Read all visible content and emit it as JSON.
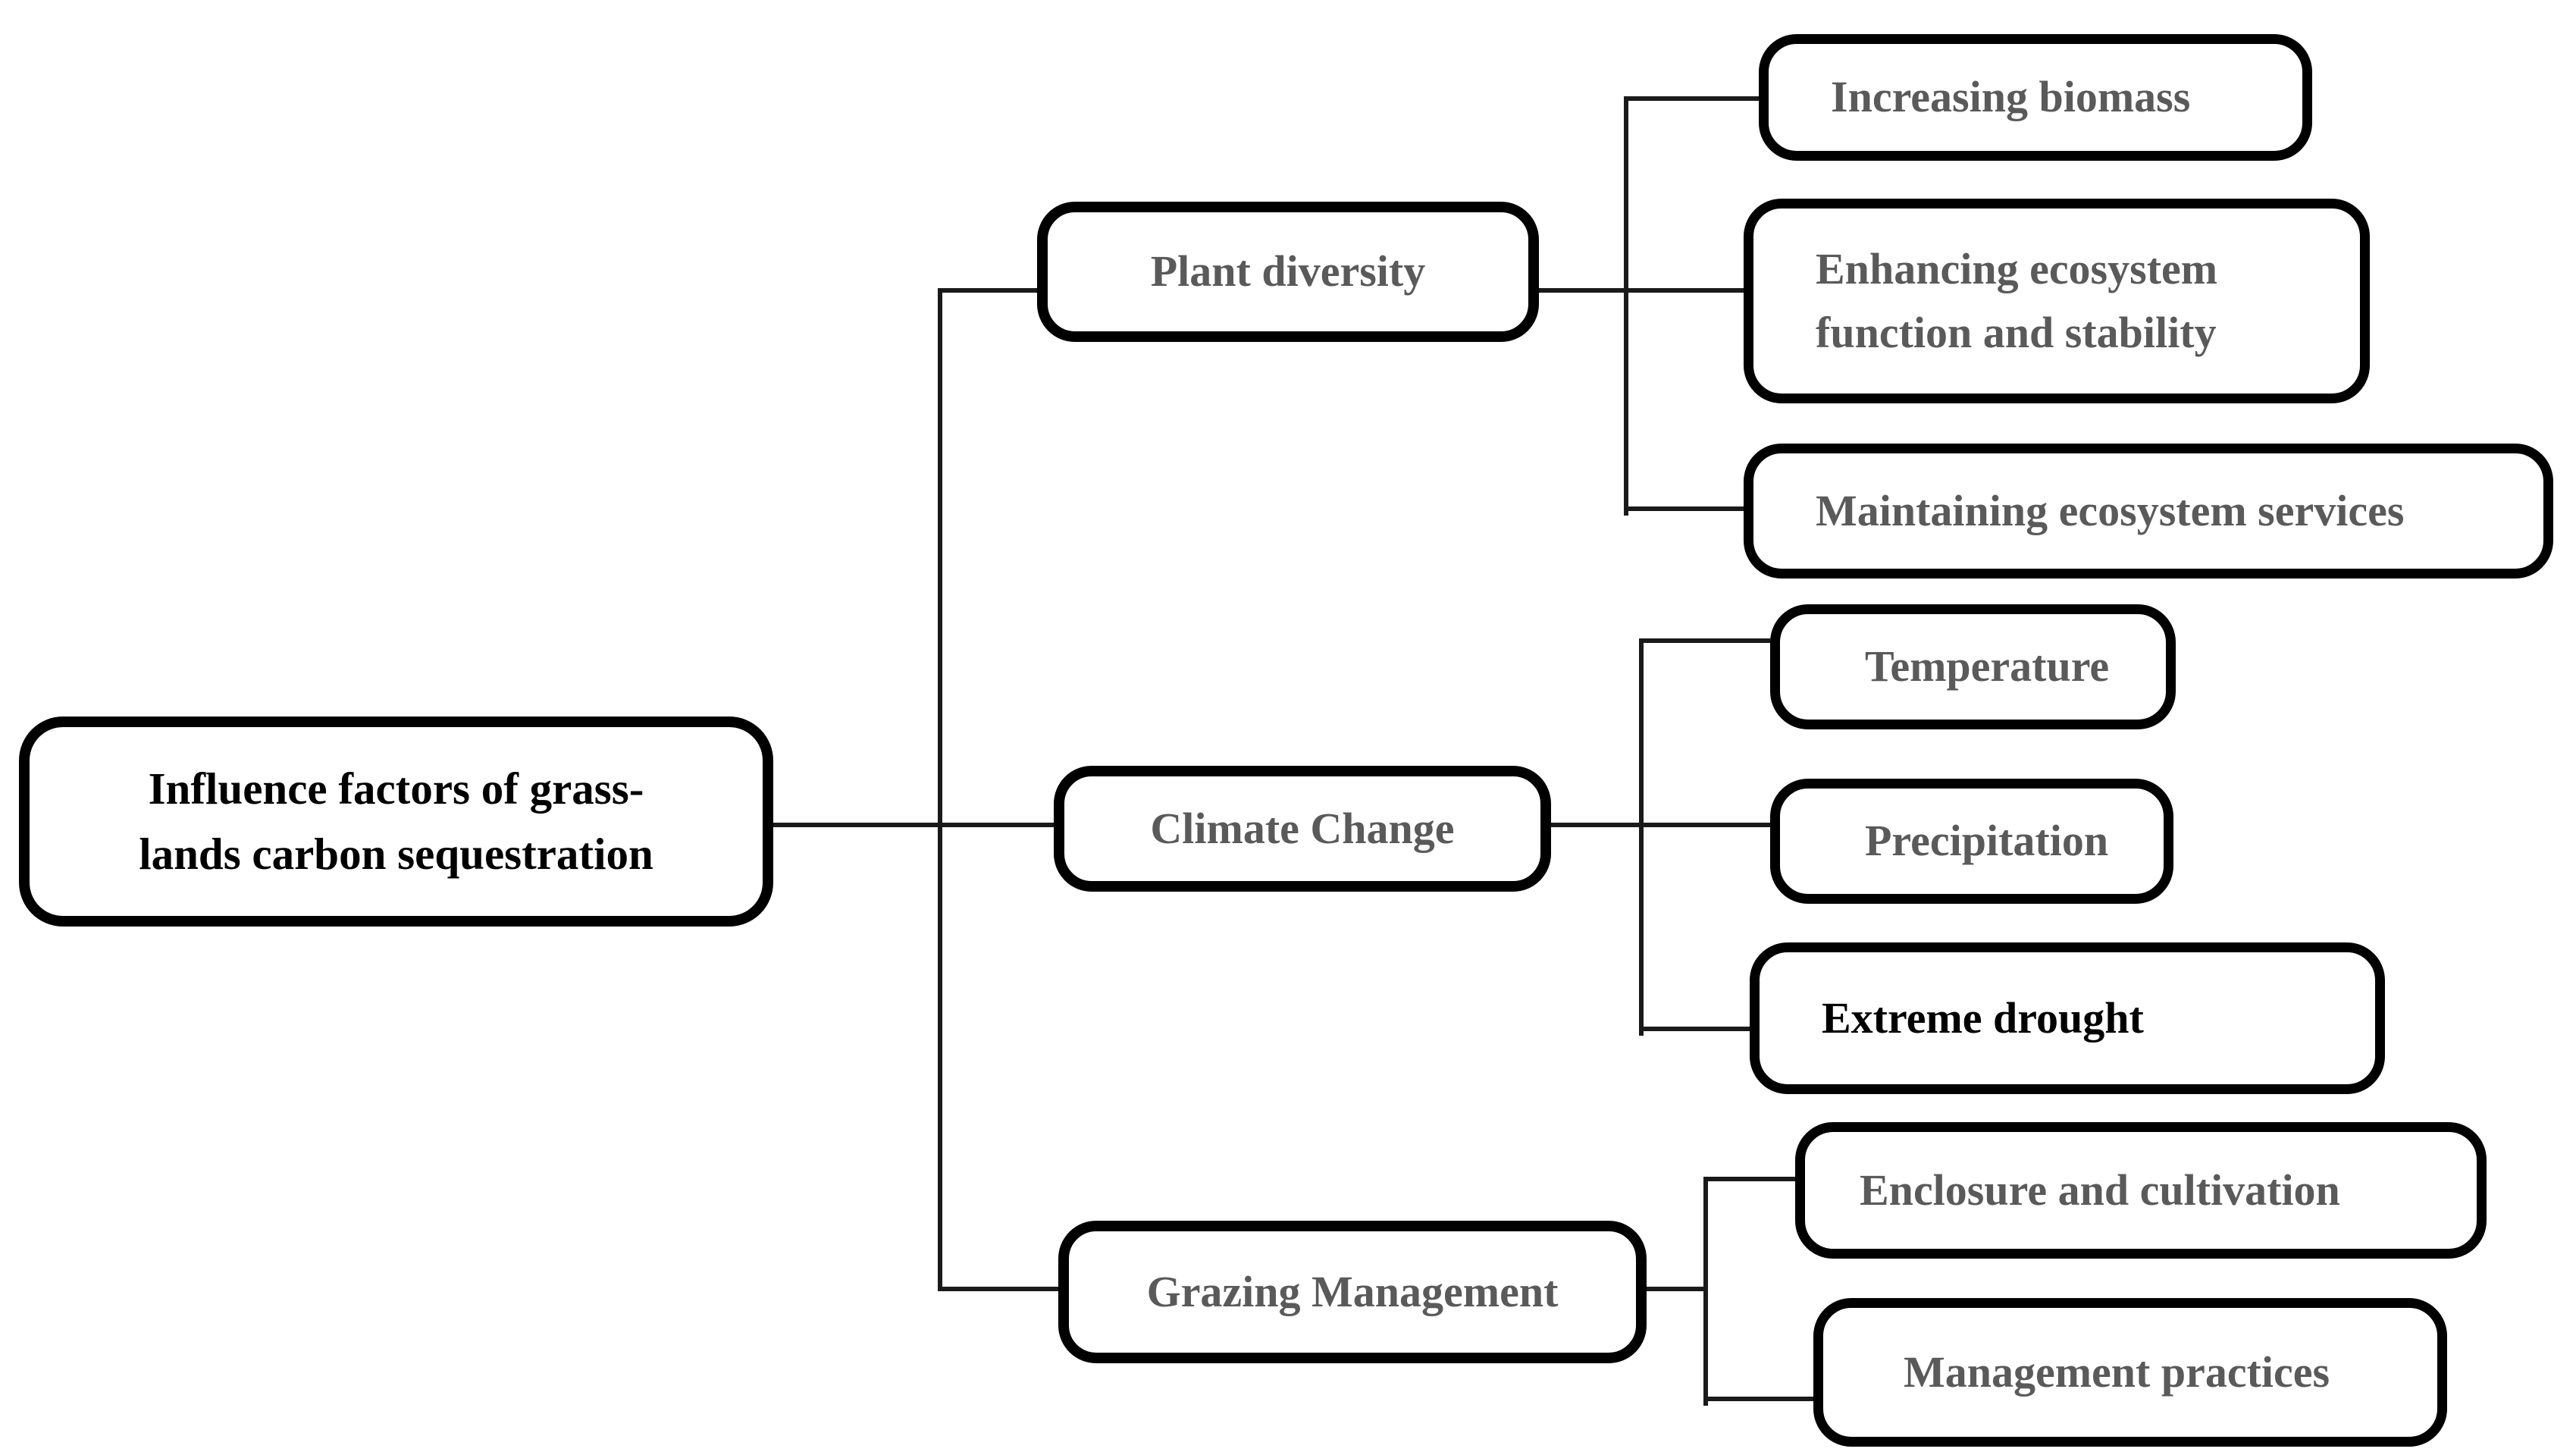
{
  "diagram": {
    "title_box": {
      "line1": "Influence factors of grass-",
      "line2": "lands carbon sequestration"
    },
    "branches": {
      "plant": {
        "label": "Plant diversity"
      },
      "climate": {
        "label": "Climate Change"
      },
      "grazing": {
        "label": "Grazing Management"
      }
    },
    "leaves": {
      "increasing": {
        "label": "Increasing biomass"
      },
      "enhancing": {
        "line1": "Enhancing ecosystem",
        "line2": "function and stability"
      },
      "maintaining": {
        "label": "Maintaining ecosystem services"
      },
      "temperature": {
        "label": "Temperature"
      },
      "precipitation": {
        "label": "Precipitation"
      },
      "extreme": {
        "label": "Extreme drought"
      },
      "enclosure": {
        "label": "Enclosure and cultivation"
      },
      "management": {
        "label": "Management practices"
      }
    },
    "colors": {
      "background": "#ffffff",
      "box_border": "#000000",
      "connector_line": "#1a1a1a",
      "label_gray": "#5a5a5a",
      "label_black": "#000000"
    }
  }
}
